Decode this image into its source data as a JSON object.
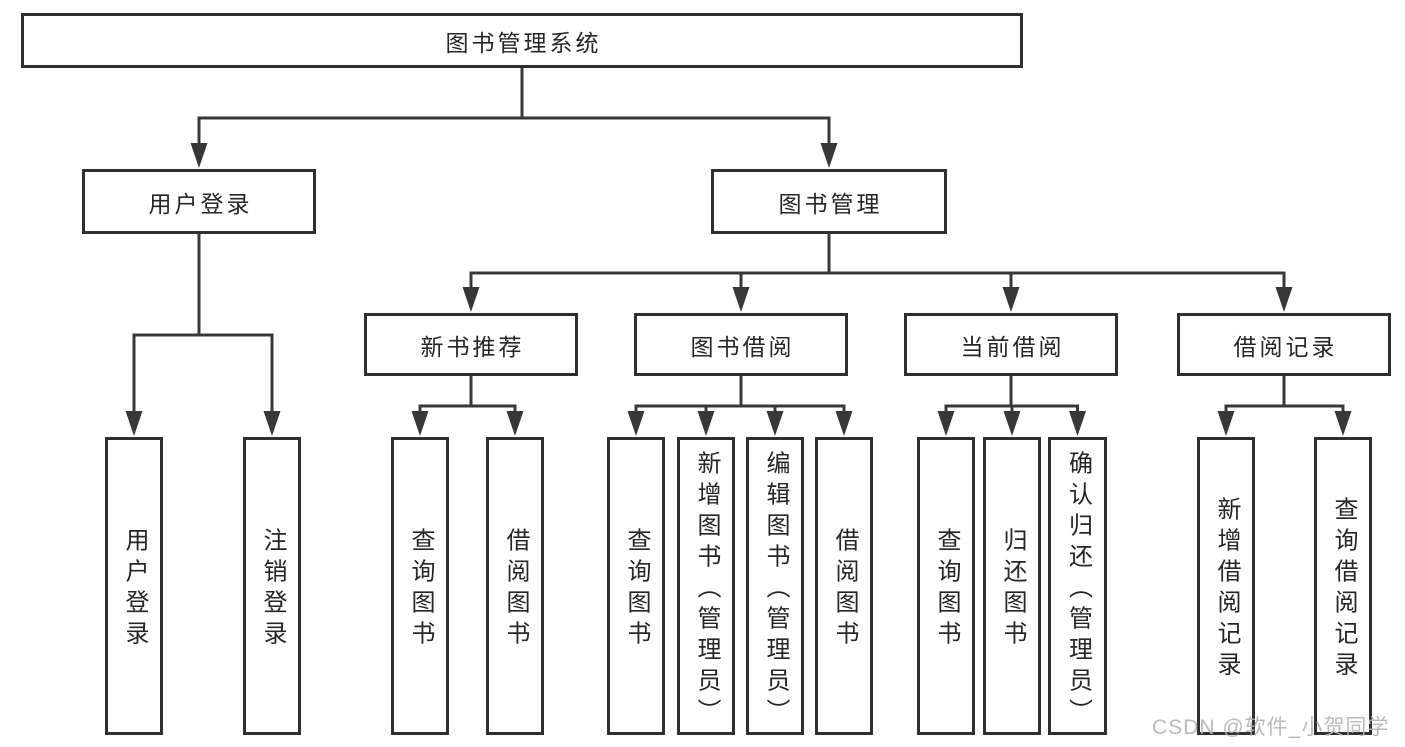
{
  "diagram": {
    "type": "tree",
    "title": "图书管理系统",
    "watermark": "CSDN @软件_小贺同学",
    "colors": {
      "background": "#ffffff",
      "line": "#383838",
      "box_border": "#2f2f2f",
      "text": "#262626",
      "watermark_text": "#b3b3b3"
    },
    "nodes": [
      {
        "id": "root",
        "label": "图书管理系统",
        "level": 1,
        "parent": null
      },
      {
        "id": "user-login",
        "label": "用户登录",
        "level": 2,
        "parent": "root"
      },
      {
        "id": "book-mgmt",
        "label": "图书管理",
        "level": 2,
        "parent": "root"
      },
      {
        "id": "new-book-rec",
        "label": "新书推荐",
        "level": 3,
        "parent": "book-mgmt"
      },
      {
        "id": "book-borrow",
        "label": "图书借阅",
        "level": 3,
        "parent": "book-mgmt"
      },
      {
        "id": "current-borrow",
        "label": "当前借阅",
        "level": 3,
        "parent": "book-mgmt"
      },
      {
        "id": "borrow-records",
        "label": "借阅记录",
        "level": 3,
        "parent": "book-mgmt"
      },
      {
        "id": "leaf-user-login",
        "label": "用户登录",
        "level": 4,
        "parent": "user-login"
      },
      {
        "id": "leaf-logout",
        "label": "注销登录",
        "level": 4,
        "parent": "user-login"
      },
      {
        "id": "leaf-query-book-1",
        "label": "查询图书",
        "level": 4,
        "parent": "new-book-rec"
      },
      {
        "id": "leaf-borrow-book-1",
        "label": "借阅图书",
        "level": 4,
        "parent": "new-book-rec"
      },
      {
        "id": "leaf-query-book-2",
        "label": "查询图书",
        "level": 4,
        "parent": "book-borrow"
      },
      {
        "id": "leaf-add-book",
        "label": "新增图书（管理员）",
        "level": 4,
        "parent": "book-borrow"
      },
      {
        "id": "leaf-edit-book",
        "label": "编辑图书（管理员）",
        "level": 4,
        "parent": "book-borrow"
      },
      {
        "id": "leaf-borrow-book-2",
        "label": "借阅图书",
        "level": 4,
        "parent": "book-borrow"
      },
      {
        "id": "leaf-query-book-3",
        "label": "查询图书",
        "level": 4,
        "parent": "current-borrow"
      },
      {
        "id": "leaf-return-book",
        "label": "归还图书",
        "level": 4,
        "parent": "current-borrow"
      },
      {
        "id": "leaf-confirm-return",
        "label": "确认归还（管理员）",
        "level": 4,
        "parent": "current-borrow"
      },
      {
        "id": "leaf-add-borrow-record",
        "label": "新增借阅记录",
        "level": 4,
        "parent": "borrow-records"
      },
      {
        "id": "leaf-query-borrow-record",
        "label": "查询借阅记录",
        "level": 4,
        "parent": "borrow-records"
      }
    ]
  }
}
